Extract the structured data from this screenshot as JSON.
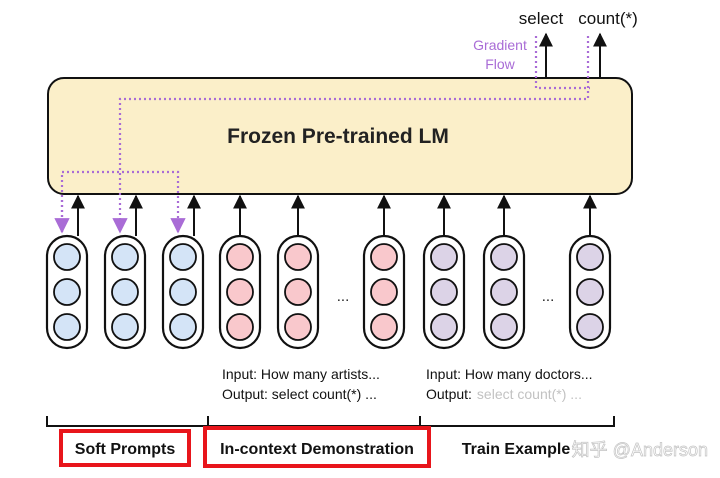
{
  "diagram": {
    "lm_label": "Frozen Pre-trained LM",
    "outputs": {
      "select": "select",
      "count": "count(*)"
    },
    "gradient_flow": {
      "line1": "Gradient",
      "line2": "Flow"
    },
    "ellipsis": "...",
    "demo_caption": {
      "input": "Input: How many artists...",
      "output": "Output: select count(*) ..."
    },
    "train_caption": {
      "input": "Input: How many doctors...",
      "output_label": "Output:",
      "output_faded": "select count(*) ..."
    },
    "groups": {
      "soft_prompts": "Soft Prompts",
      "in_context": "In-context Demonstration",
      "train_example": "Train Example"
    },
    "watermark": "知乎 @Anderson",
    "colors": {
      "lm_fill": "#fbefc9",
      "soft_prompt_node": "#d4e4f7",
      "demo_node": "#f9c8cc",
      "train_node": "#dcd3e7",
      "gradient": "#a96cd6",
      "highlight_box": "#e8151b"
    }
  }
}
